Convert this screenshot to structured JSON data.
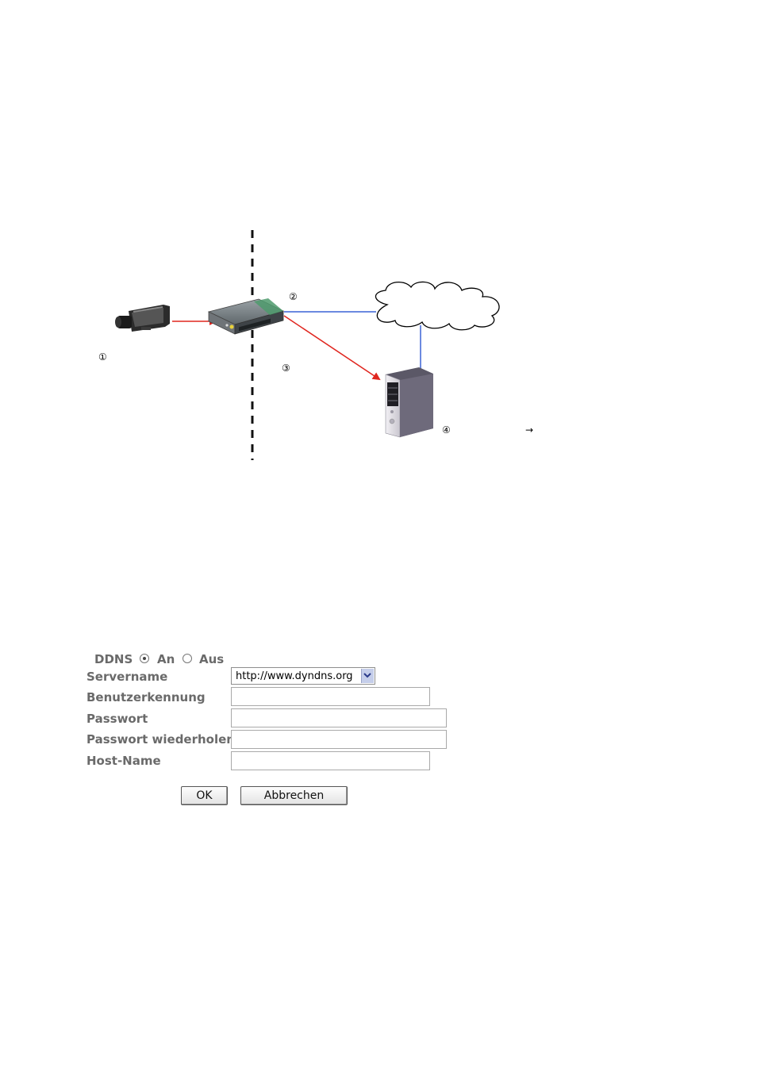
{
  "diagram": {
    "markers": [
      "①",
      "②",
      "③",
      "④"
    ],
    "arrow_glyph": "→",
    "colors": {
      "lan_link": "#e0261f",
      "internet_link": "#3a62d6",
      "boundary": "#111111"
    },
    "icons": [
      "ip-camera-icon",
      "router-icon",
      "cloud-icon",
      "server-tower-icon"
    ]
  },
  "ddns_form": {
    "ddns_label": "DDNS",
    "on_label": "An",
    "off_label": "Aus",
    "ddns_enabled": true,
    "servername_label": "Servername",
    "servername_value": "http://www.dyndns.org",
    "user_label": "Benutzerkennung",
    "user_value": "",
    "password_label": "Passwort",
    "password_value": "",
    "password_repeat_label": "Passwort wiederholen",
    "password_repeat_value": "",
    "hostname_label": "Host-Name",
    "hostname_value": "",
    "ok_label": "OK",
    "cancel_label": "Abbrechen"
  }
}
